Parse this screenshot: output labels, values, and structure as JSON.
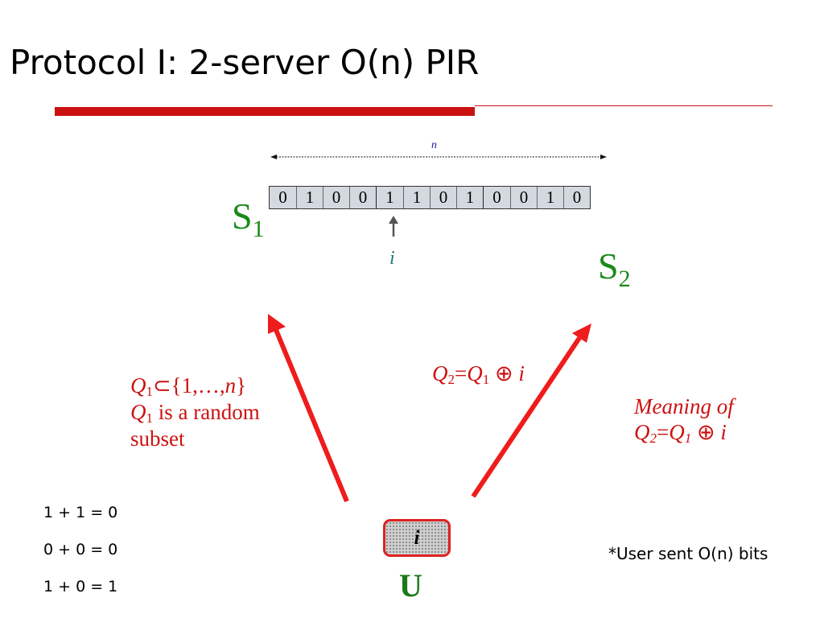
{
  "slide": {
    "title": "Protocol I: 2-server O(n) PIR",
    "n_label": "n",
    "bits": [
      [
        "0",
        "1",
        "0",
        "0"
      ],
      [
        "1",
        "1",
        "0",
        "1"
      ],
      [
        "0",
        "0",
        "1",
        "0"
      ]
    ],
    "server1": {
      "letter": "S",
      "index": "1"
    },
    "server2": {
      "letter": "S",
      "index": "2"
    },
    "index_label": "i",
    "query1": {
      "q": "Q",
      "sub": "1",
      "set_prefix": "⊂{1,…,",
      "set_var": "n",
      "set_suffix": "}",
      "line2_rest": " is a random",
      "line3": "subset"
    },
    "query2": {
      "q": "Q",
      "sub2": "2",
      "eq": "=",
      "sub1": "1",
      "xor": " ⊕ ",
      "var": "i"
    },
    "meaning": {
      "line1": "Meaning of",
      "q": "Q",
      "sub2": "2",
      "eq": "=",
      "sub1": "1",
      "xor": " ⊕ ",
      "var": "i"
    },
    "xor_rules": [
      "1 + 1 = 0",
      "0 + 0 = 0",
      "1 + 0 = 1"
    ],
    "user": {
      "box_label": "i",
      "label": "U"
    },
    "footnote": "*User sent O(n) bits",
    "colors": {
      "accent_red": "#cc1111",
      "server_green": "#1a8a1a",
      "index_teal": "#1a7a7a",
      "n_blue": "#1a1aa6",
      "cell_fill": "#d4d9e0"
    }
  }
}
